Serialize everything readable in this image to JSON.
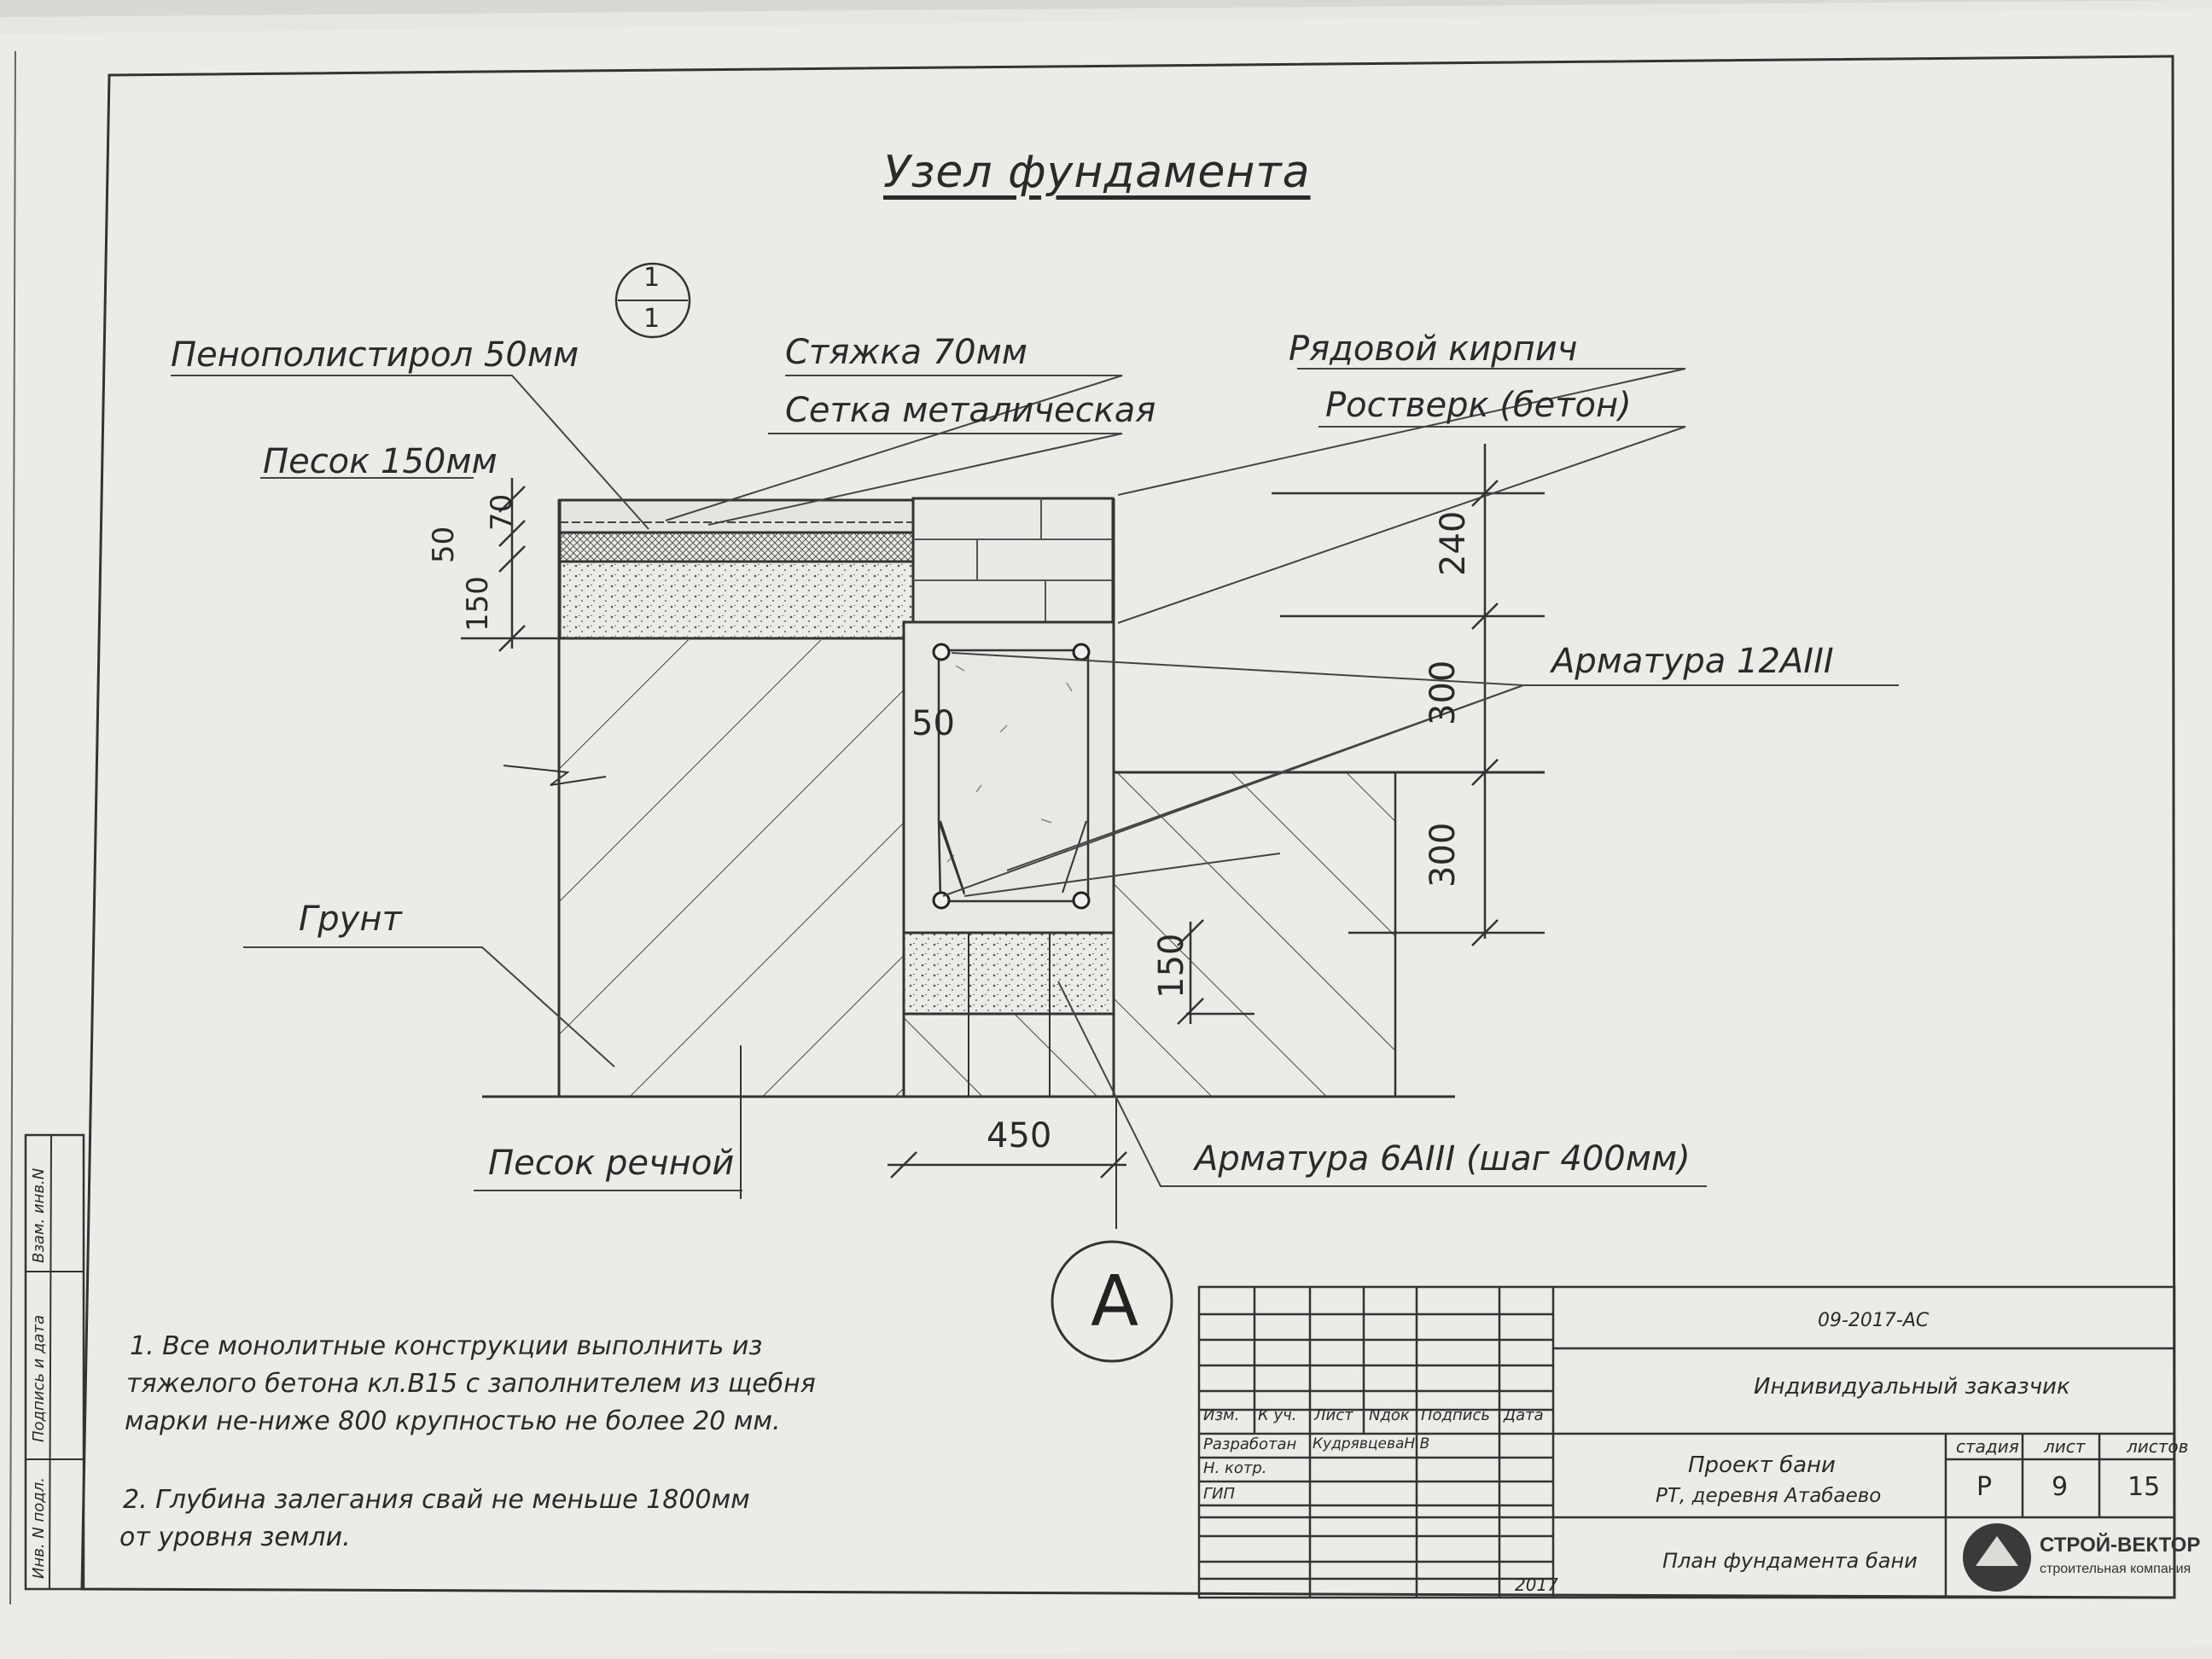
{
  "drawing": {
    "title": "Узел фундамента",
    "node_top": "1",
    "node_bottom": "1",
    "axis_letter": "А"
  },
  "labels": {
    "penopolistirol": "Пенополистирол 50мм",
    "styazhka": "Стяжка 70мм",
    "setka": "Сетка металическая",
    "pesok": "Песок 150мм",
    "ryadovoy": "Рядовой кирпич",
    "rostverk": "Ростверк (бетон)",
    "armatura12": "Арматура 12AIII",
    "grunt": "Грунт",
    "pesok_rechnoy": "Песок речной",
    "armatura6": "Арматура 6AIII (шаг 400мм)"
  },
  "dimensions": {
    "d70": "70",
    "d50_left": "50",
    "d150_left": "150",
    "d240": "240",
    "d300_a": "300",
    "d300_b": "300",
    "d50_inner": "50",
    "d150_right": "150",
    "d450": "450"
  },
  "notes": [
    "1. Все монолитные конструкции выполнить из",
    "тяжелого бетона кл.В15 с заполнителем из щебня",
    "марки не-ниже 800 крупностью не более 20 мм.",
    "2. Глубина залегания свай не меньше 1800мм",
    "от уровня земли."
  ],
  "side_stamp": {
    "vzam": "Взам. инв.N",
    "podpis": "Подпись и дата",
    "inv": "Инв. N подл."
  },
  "title_block": {
    "code": "09-2017-АС",
    "customer": "Индивидуальный заказчик",
    "headers": [
      "Изм.",
      "К уч.",
      "Лист",
      "Nдок",
      "Подпись",
      "Дата"
    ],
    "role_dev": "Разработан",
    "dev_name": "КудрявцеваН.В",
    "role_nkontr": "Н. котр.",
    "role_gip": "ГИП",
    "year": "2017",
    "project": "Проект бани",
    "location": "РТ, деревня Атабаево",
    "sheet_title": "План фундамента бани",
    "stage_h": "стадия",
    "sheet_h": "лист",
    "sheets_h": "листов",
    "stage": "Р",
    "sheet": "9",
    "sheets": "15",
    "company": "СТРОЙ-ВЕКТОР",
    "company_sub": "строительная компания"
  }
}
